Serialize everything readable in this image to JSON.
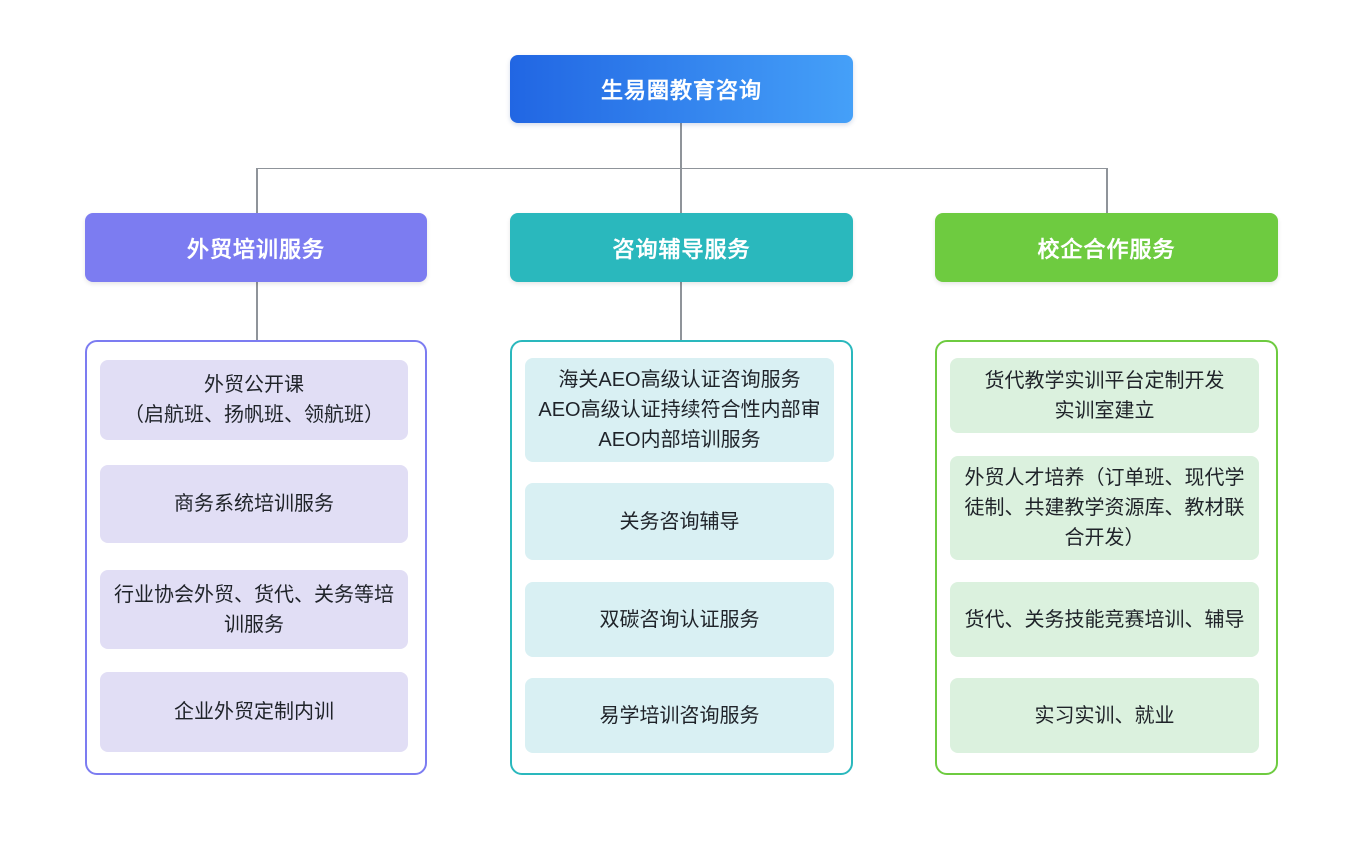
{
  "root": {
    "label": "生易圈教育咨询",
    "gradient_start": "#2166E3",
    "gradient_end": "#45A0F8",
    "text_color": "#FFFFFF"
  },
  "connector_color": "#8F949A",
  "branches": [
    {
      "id": "trade-training",
      "label": "外贸培训服务",
      "accent": "#7C7CF1",
      "item_fill": "#E1DEF5",
      "items": [
        "外贸公开课\n（启航班、扬帆班、领航班）",
        "商务系统培训服务",
        "行业协会外贸、货代、关务等培训服务",
        "企业外贸定制内训"
      ]
    },
    {
      "id": "consulting-coaching",
      "label": "咨询辅导服务",
      "accent": "#2AB8BD",
      "item_fill": "#D9F0F3",
      "items": [
        "海关AEO高级认证咨询服务\nAEO高级认证持续符合性内部审\nAEO内部培训服务",
        "关务咨询辅导",
        "双碳咨询认证服务",
        "易学培训咨询服务"
      ]
    },
    {
      "id": "school-enterprise-cooperation",
      "label": "校企合作服务",
      "accent": "#6ECB40",
      "item_fill": "#DBF1DE",
      "items": [
        "货代教学实训平台定制开发\n实训室建立",
        "外贸人才培养（订单班、现代学徒制、共建教学资源库、教材联合开发）",
        "货代、关务技能竞赛培训、辅导",
        "实习实训、就业"
      ]
    }
  ]
}
